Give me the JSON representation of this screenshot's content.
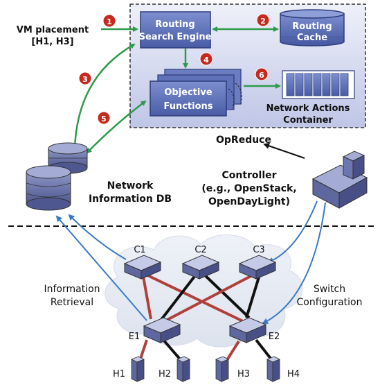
{
  "labels": {
    "vm_placement_line1": "VM placement",
    "vm_placement_line2": "[H1, H3]",
    "routing_search_engine_line1": "Routing",
    "routing_search_engine_line2": "Search Engine",
    "routing_cache_line1": "Routing",
    "routing_cache_line2": "Cache",
    "objective_functions_line1": "Objective",
    "objective_functions_line2": "Functions",
    "network_actions_line1": "Network Actions",
    "network_actions_line2": "Container",
    "opreduce": "OpReduce",
    "controller_line1": "Controller",
    "controller_line2": "(e.g., OpenStack,",
    "controller_line3": "OpenDayLight)",
    "network_db_line1": "Network",
    "network_db_line2": "Information DB",
    "info_retrieval_line1": "Information",
    "info_retrieval_line2": "Retrieval",
    "switch_config_line1": "Switch",
    "switch_config_line2": "Configuration"
  },
  "steps": [
    "1",
    "2",
    "3",
    "4",
    "5",
    "6"
  ],
  "switches": {
    "c1": "C1",
    "c2": "C2",
    "c3": "C3",
    "e1": "E1",
    "e2": "E2"
  },
  "hosts": {
    "h1": "H1",
    "h2": "H2",
    "h3": "H3",
    "h4": "H4"
  },
  "colors": {
    "box_fill": "#5a6fb5",
    "box_stroke": "#2c3c7a",
    "panel_fill": "#d7dbef",
    "green_arrow": "#2e9a4a",
    "blue_arrow": "#3a79c4",
    "step_badge": "#c62a1e",
    "red_link": "#b0403b",
    "black_link": "#111111"
  }
}
